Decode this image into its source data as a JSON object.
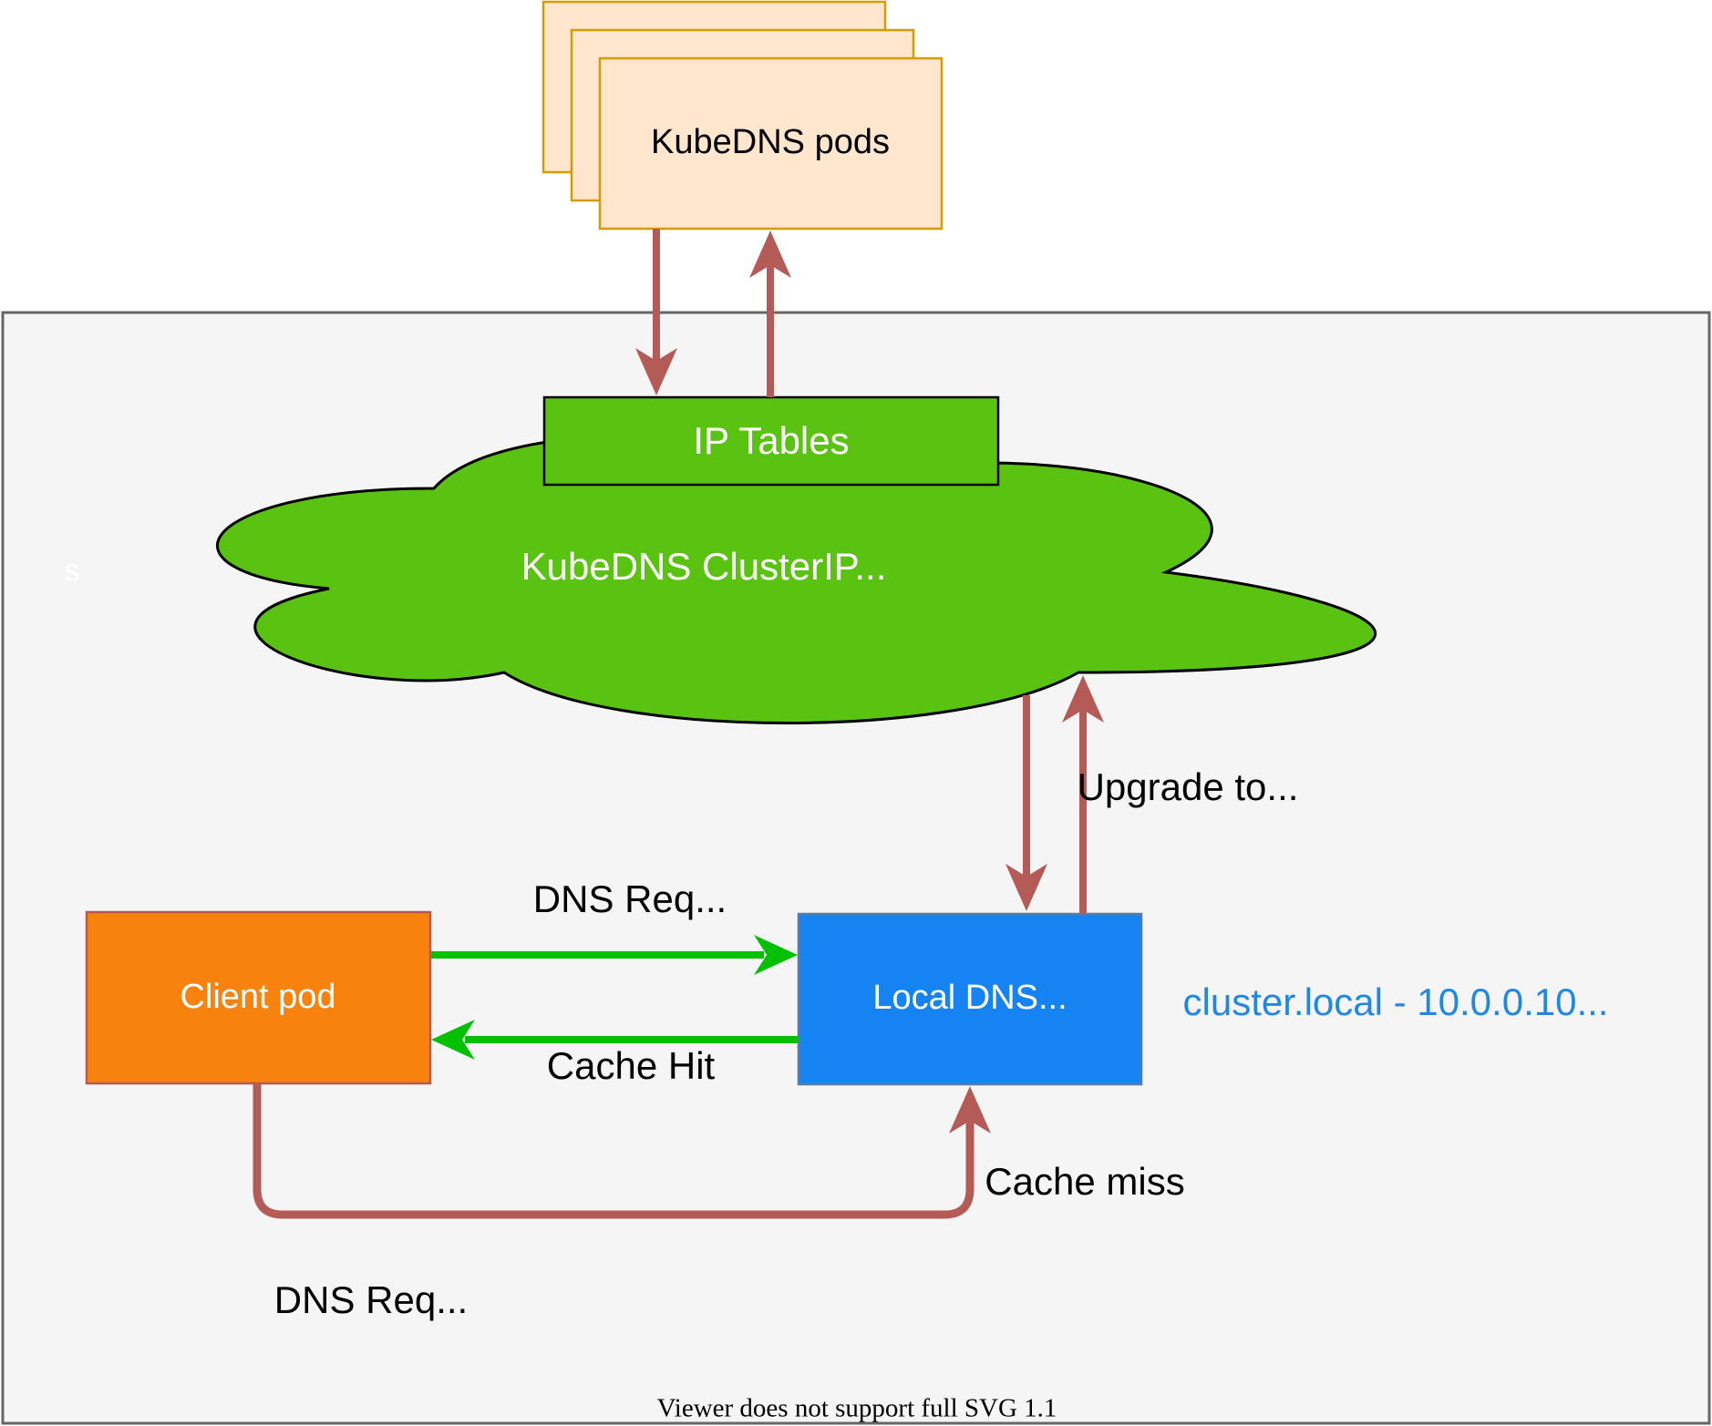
{
  "diagram": {
    "title_hint": "KubeDNS / Local DNS cache flow diagram",
    "pods": {
      "label": "KubeDNS pods"
    },
    "ip_tables": {
      "label": "IP Tables"
    },
    "cluster_cloud": {
      "label": "KubeDNS ClusterIP..."
    },
    "node_box": {
      "clipped_label": "s"
    },
    "client_pod": {
      "label": "Client pod"
    },
    "local_dns": {
      "label": "Local DNS...",
      "annotation": "cluster.local - 10.0.0.10..."
    },
    "edges": {
      "dns_request_top": "DNS Req...",
      "cache_hit": "Cache Hit",
      "cache_miss": "Cache miss",
      "dns_request_bottom": "DNS Req...",
      "upgrade": "Upgrade to..."
    },
    "footer_note": "Viewer does not support full SVG 1.1"
  },
  "colors": {
    "canvas_bg": "#FFFFFF",
    "node_fill": "#F5F5F5",
    "node_stroke": "#666666",
    "pod_fill": "#FFE6CC",
    "pod_stroke": "#D79B00",
    "green_fill": "#5AC312",
    "green_stroke": "#000000",
    "client_fill": "#F7820D",
    "client_stroke": "#B45B58",
    "dns_fill": "#1583F2",
    "dns_stroke": "#5A7BA6",
    "maroon_arrow": "#B45B58",
    "green_arrow": "#03C003",
    "label_light": "#FFFFFF",
    "label_dark": "#000000",
    "annotation_blue": "#1E87E8"
  }
}
